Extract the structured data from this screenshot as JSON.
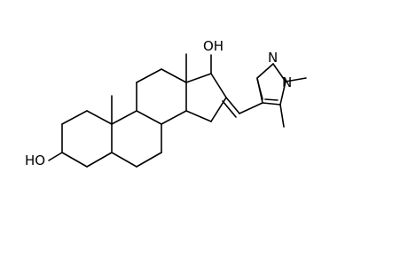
{
  "molecule": {
    "atoms": {
      "oh_left": "HO",
      "oh_top": "OH",
      "n_ring": "N",
      "n_methyl": "N"
    }
  },
  "colors": {
    "background": "#ffffff",
    "bond": "#000000",
    "label": "#000000"
  }
}
